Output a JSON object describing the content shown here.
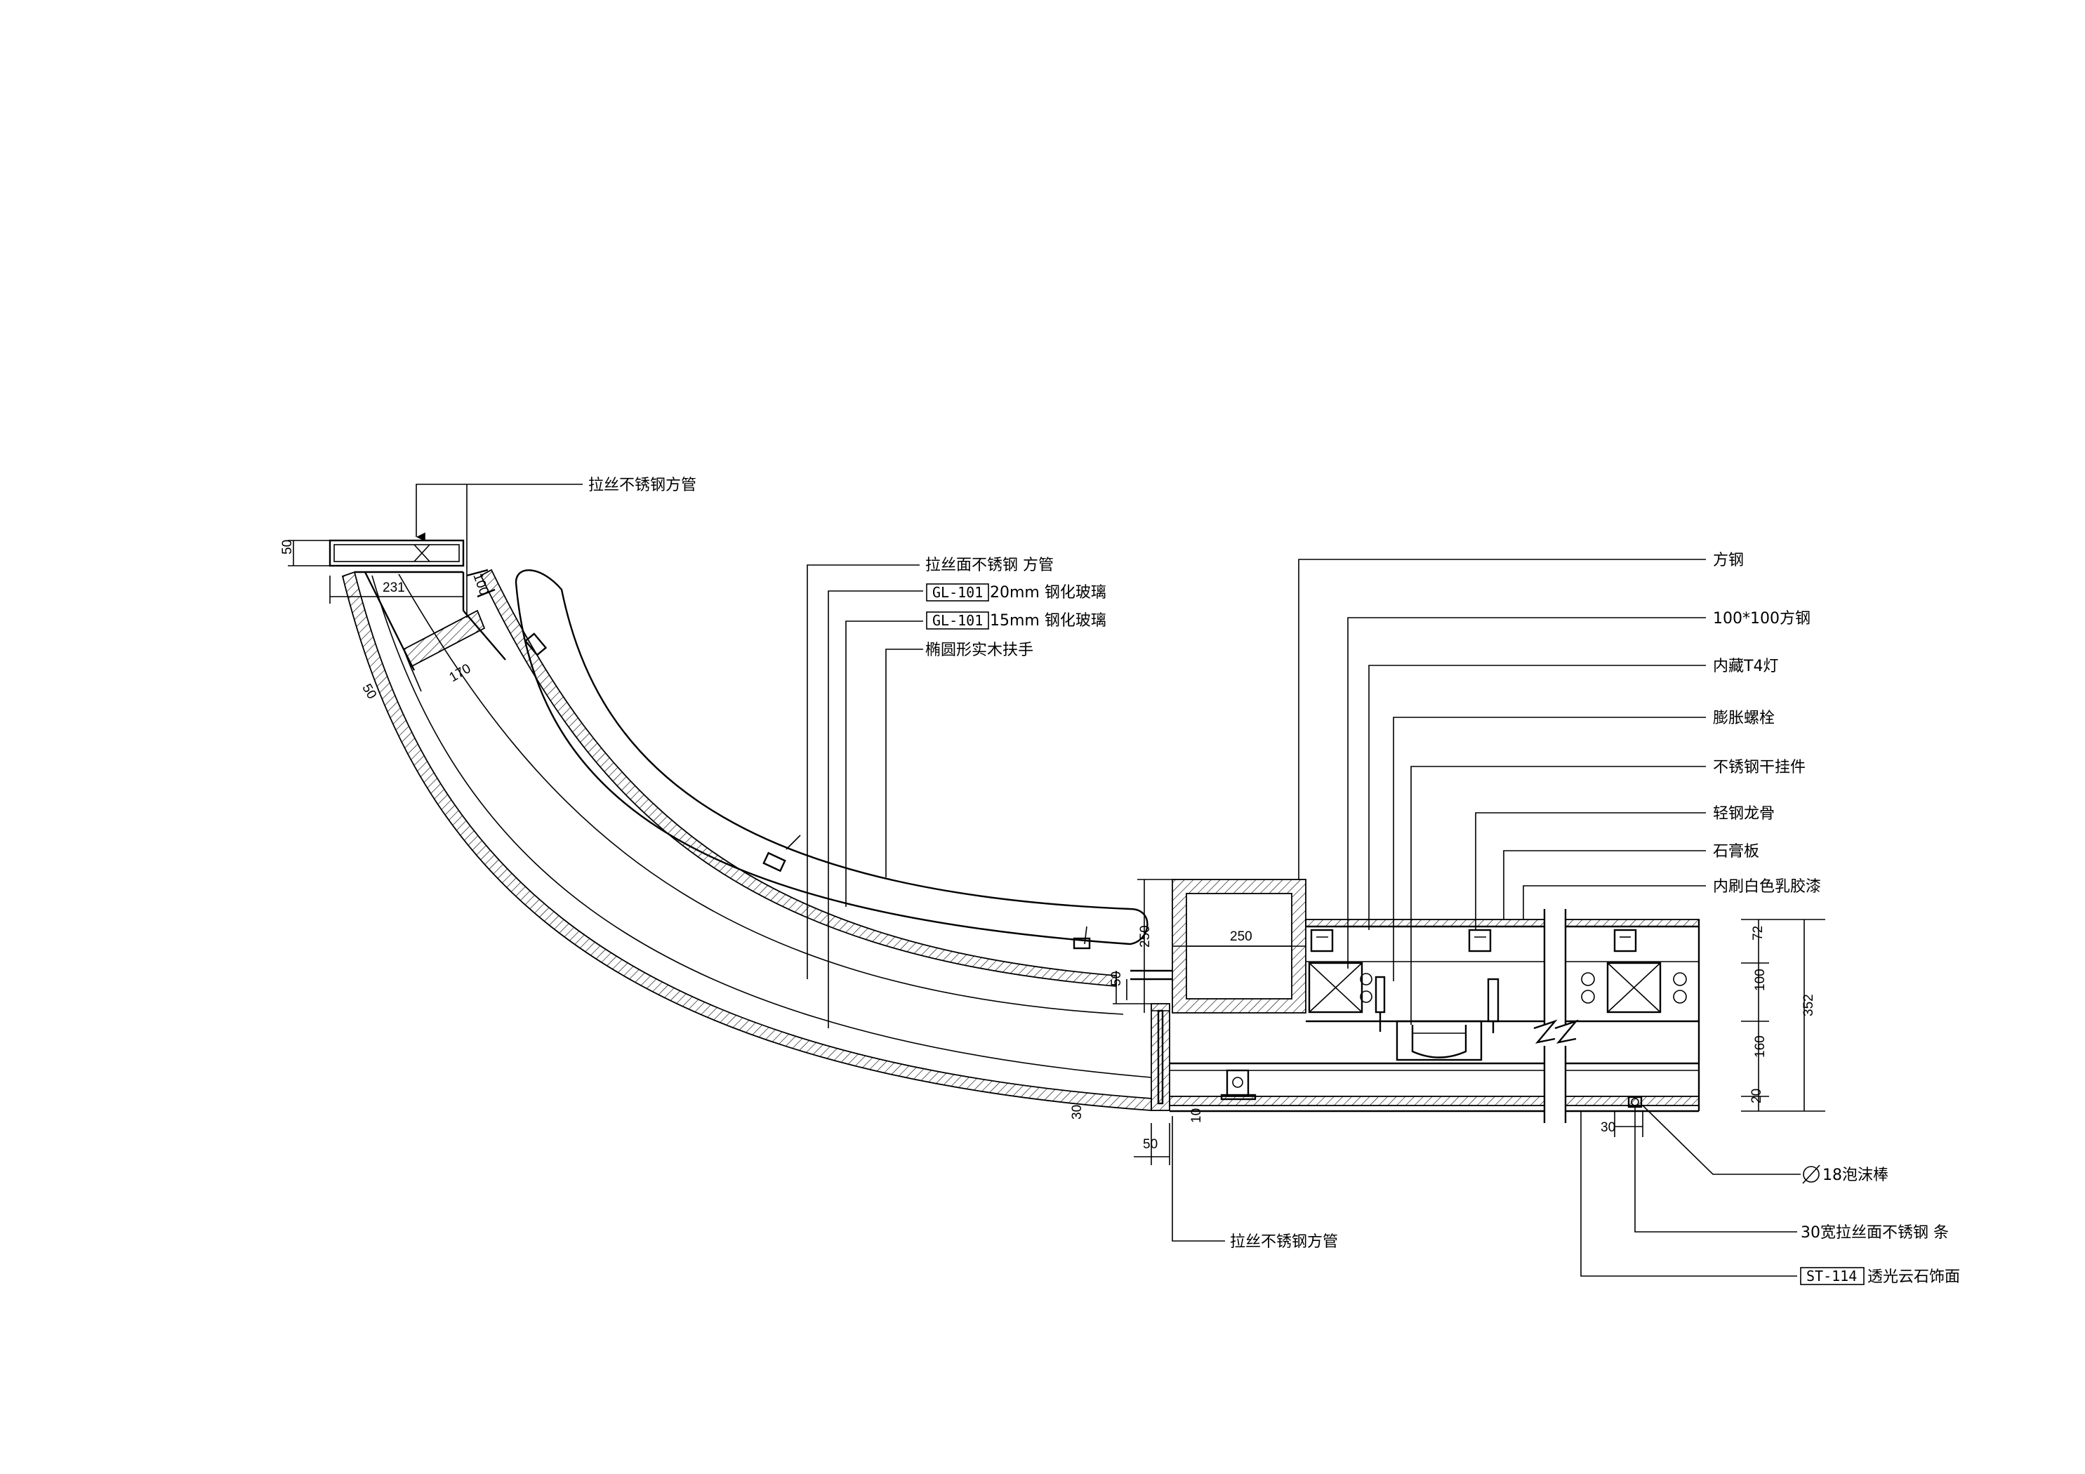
{
  "labels": {
    "top_left_tube": "拉丝不锈钢方管",
    "face_tube": "拉丝面不锈钢 方管",
    "glass20_code": "GL-101",
    "glass20_text": "20mm  钢化玻璃",
    "glass15_code": "GL-101",
    "glass15_text": "15mm  钢化玻璃",
    "handrail": "椭圆形实木扶手",
    "square_steel": "方钢",
    "steel_100": "100*100方钢",
    "t4_light": "内藏T4灯",
    "anchor_bolt": "膨胀螺栓",
    "dry_hang": "不锈钢干挂件",
    "light_keel": "轻钢龙骨",
    "gypsum": "石膏板",
    "latex_paint": "内刷白色乳胶漆",
    "bottom_tube": "拉丝不锈钢方管",
    "foam_rod": "18泡沫棒",
    "strip_30": "30宽拉丝面不锈钢 条",
    "onyx_code": "ST-114",
    "onyx_text": "透光云石饰面"
  },
  "dimensions": {
    "d50_top": "50",
    "d231": "231",
    "d100_diag": "100",
    "d170": "170",
    "d50_diag": "50",
    "d250_v": "250",
    "d250_h": "250",
    "d50_mid": "50",
    "d30_left": "30",
    "d50_bottom": "50",
    "d10": "10",
    "d72": "72",
    "d100_v": "100",
    "d160": "160",
    "d20": "20",
    "d352": "352",
    "d30_bottom": "30"
  },
  "symbols": {
    "diameter": "diameter-symbol"
  }
}
